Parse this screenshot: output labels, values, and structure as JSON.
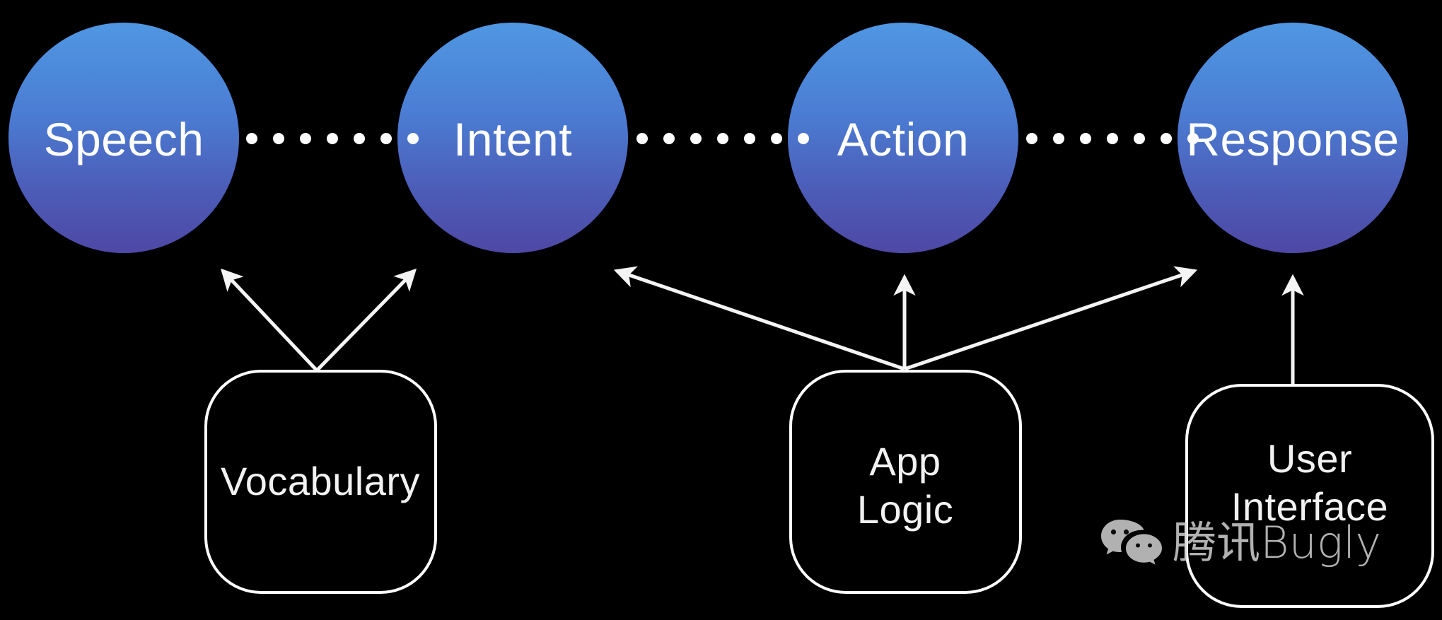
{
  "background_color": "#000000",
  "theme": {
    "circle_gradient_top": "#4d95e0",
    "circle_gradient_bottom": "#4c49a4",
    "stroke_color": "#ffffff",
    "text_color": "#ffffff",
    "watermark_color": "#d8d8d8"
  },
  "pipeline": {
    "nodes": [
      {
        "id": "speech",
        "label": "Speech"
      },
      {
        "id": "intent",
        "label": "Intent"
      },
      {
        "id": "action",
        "label": "Action"
      },
      {
        "id": "response",
        "label": "Response"
      }
    ],
    "connector": {
      "style": "dotted",
      "dots_per_gap": 7,
      "gaps": 3
    }
  },
  "components": [
    {
      "id": "vocabulary",
      "line1": "Vocabulary",
      "line2": ""
    },
    {
      "id": "app-logic",
      "line1": "App",
      "line2": "Logic"
    },
    {
      "id": "user-interface",
      "line1": "User",
      "line2": "Interface"
    }
  ],
  "arrows": [
    {
      "from": "vocabulary",
      "to": "speech"
    },
    {
      "from": "vocabulary",
      "to": "intent"
    },
    {
      "from": "app-logic",
      "to": "intent"
    },
    {
      "from": "app-logic",
      "to": "action"
    },
    {
      "from": "app-logic",
      "to": "response"
    },
    {
      "from": "user-interface",
      "to": "response"
    }
  ],
  "watermark": {
    "icon": "wechat-icon",
    "text": "腾讯Bugly"
  }
}
